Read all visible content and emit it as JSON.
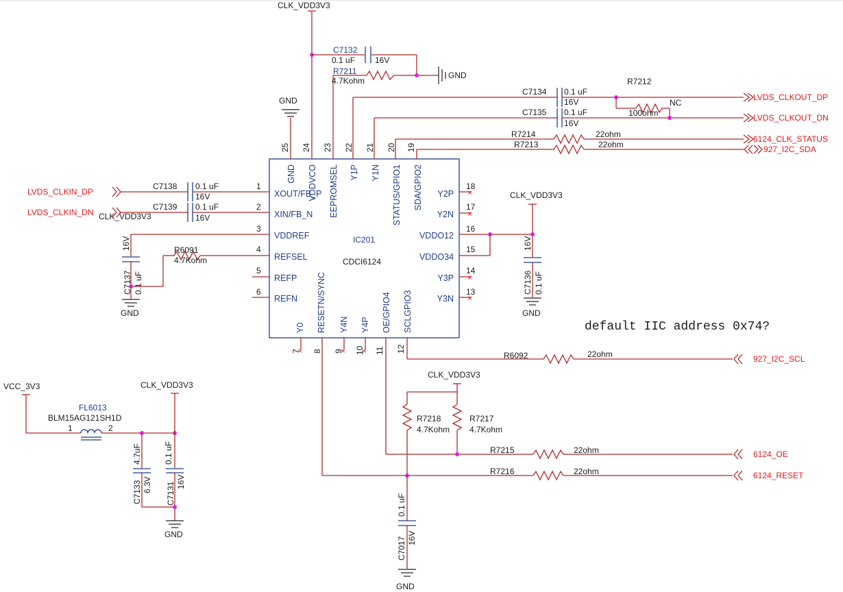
{
  "chip": {
    "ref": "IC201",
    "part": "CDCI6124",
    "pins": [
      {
        "num": "1",
        "name": "XOUT/FB_P"
      },
      {
        "num": "2",
        "name": "XIN/FB_N"
      },
      {
        "num": "3",
        "name": "VDDREF"
      },
      {
        "num": "4",
        "name": "REFSEL"
      },
      {
        "num": "5",
        "name": "REFP"
      },
      {
        "num": "6",
        "name": "REFN"
      },
      {
        "num": "7",
        "name": "Y0"
      },
      {
        "num": "8",
        "name": "RESETN/SYNC"
      },
      {
        "num": "9",
        "name": "Y4N"
      },
      {
        "num": "10",
        "name": "Y4P"
      },
      {
        "num": "11",
        "name": "OE/GPIO4"
      },
      {
        "num": "12",
        "name": "SCLGPIO3"
      },
      {
        "num": "13",
        "name": "Y3N"
      },
      {
        "num": "14",
        "name": "Y3P"
      },
      {
        "num": "15",
        "name": "VDDO34"
      },
      {
        "num": "16",
        "name": "VDDO12"
      },
      {
        "num": "17",
        "name": "Y2N"
      },
      {
        "num": "18",
        "name": "Y2P"
      },
      {
        "num": "19",
        "name": "SDA/GPIO2"
      },
      {
        "num": "20",
        "name": "STATUS/GPIO1"
      },
      {
        "num": "21",
        "name": "Y1N"
      },
      {
        "num": "22",
        "name": "Y1P"
      },
      {
        "num": "23",
        "name": "EEPROMSEL"
      },
      {
        "num": "24",
        "name": "VDDVCO"
      },
      {
        "num": "25",
        "name": "GND"
      }
    ]
  },
  "power": {
    "clk": "CLK_VDD3V3",
    "gnd": "GND",
    "vcc": "VCC_3V3"
  },
  "components": {
    "c7132": {
      "ref": "C7132",
      "val": "0.1 uF",
      "volt": "16V"
    },
    "r7211": {
      "ref": "R7211",
      "val": "4.7Kohm"
    },
    "c7134": {
      "ref": "C7134",
      "val": "0.1 uF",
      "volt": "16V"
    },
    "c7135": {
      "ref": "C7135",
      "val": "0.1 uF",
      "volt": "16V"
    },
    "r7212": {
      "ref": "R7212",
      "val": "100ohm",
      "note": "NC"
    },
    "r7214": {
      "ref": "R7214",
      "val": "22ohm"
    },
    "r7213": {
      "ref": "R7213",
      "val": "22ohm"
    },
    "c7138": {
      "ref": "C7138",
      "val": "0.1 uF",
      "volt": "16V"
    },
    "c7139": {
      "ref": "C7139",
      "val": "0.1 uF",
      "volt": "16V"
    },
    "c7137": {
      "ref": "C7137",
      "val": "0.1 uF",
      "volt": "16V"
    },
    "r6091": {
      "ref": "R6091",
      "val": "4.7Kohm"
    },
    "c7136": {
      "ref": "C7136",
      "val": "0.1 uF",
      "volt": "16V"
    },
    "r6092": {
      "ref": "R6092",
      "val": "22ohm"
    },
    "r7218": {
      "ref": "R7218",
      "val": "4.7Kohm"
    },
    "r7217": {
      "ref": "R7217",
      "val": "4.7Kohm"
    },
    "r7215": {
      "ref": "R7215",
      "val": "22ohm"
    },
    "r7216": {
      "ref": "R7216",
      "val": "22ohm"
    },
    "c7017": {
      "ref": "C7017",
      "val": "0.1 uF",
      "volt": "16V"
    },
    "fl6013": {
      "ref": "FL6013",
      "part": "BLM15AG121SH1D",
      "pin1": "1",
      "pin2": "2"
    },
    "c7133": {
      "ref": "C7133",
      "val": "4.7uF",
      "volt": "6.3V"
    },
    "c7131": {
      "ref": "C7131",
      "val": "0.1 uF",
      "volt": "16V"
    }
  },
  "nets": {
    "lvds_clkout_dp": "LVDS_CLKOUT_DP",
    "lvds_clkout_dn": "LVDS_CLKOUT_DN",
    "clk_status": "6124_CLK_STATUS",
    "i2c_sda": "927_I2C_SDA",
    "lvds_clkin_dp": "LVDS_CLKIN_DP",
    "lvds_clkin_dn": "LVDS_CLKIN_DN",
    "i2c_scl": "927_I2C_SCL",
    "oe": "6124_OE",
    "reset": "6124_RESET"
  },
  "note": "default IIC address 0x74?",
  "colors": {
    "wire": "#b02828",
    "component": "#1e3c8c",
    "junction": "#e020e0",
    "net_label": "#e01818"
  }
}
